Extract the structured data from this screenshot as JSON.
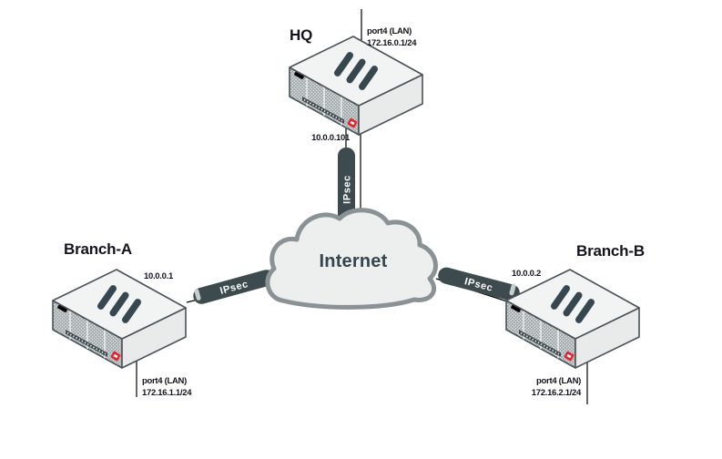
{
  "cloud": {
    "label": "Internet"
  },
  "nodes": {
    "hq": {
      "title": "HQ",
      "wan_ip": "10.0.0.101",
      "port_label": "port4 (LAN)",
      "lan_ip": "172.16.0.1/24",
      "tunnel_label": "IPsec"
    },
    "branch_a": {
      "title": "Branch-A",
      "wan_ip": "10.0.0.1",
      "port_label": "port4 (LAN)",
      "lan_ip": "172.16.1.1/24",
      "tunnel_label": "IPsec"
    },
    "branch_b": {
      "title": "Branch-B",
      "wan_ip": "10.0.0.2",
      "port_label": "port4 (LAN)",
      "lan_ip": "172.16.2.1/24",
      "tunnel_label": "IPsec"
    }
  },
  "colors": {
    "tunnel_bar": "#3d4b4f",
    "tunnel_end_cap": "#c9cdce",
    "cloud_fill": "#edefef",
    "cloud_border": "#8a9296",
    "device_outline": "#4a5357",
    "device_top": "#f2f3f3",
    "device_front": "#e3e6e6",
    "device_side": "#e9ebeb",
    "vent_slat": "#37474f",
    "logo_red": "#e8212c",
    "label_text": "#14141e",
    "connection_line": "#000000",
    "internet_text": "#36454d"
  }
}
